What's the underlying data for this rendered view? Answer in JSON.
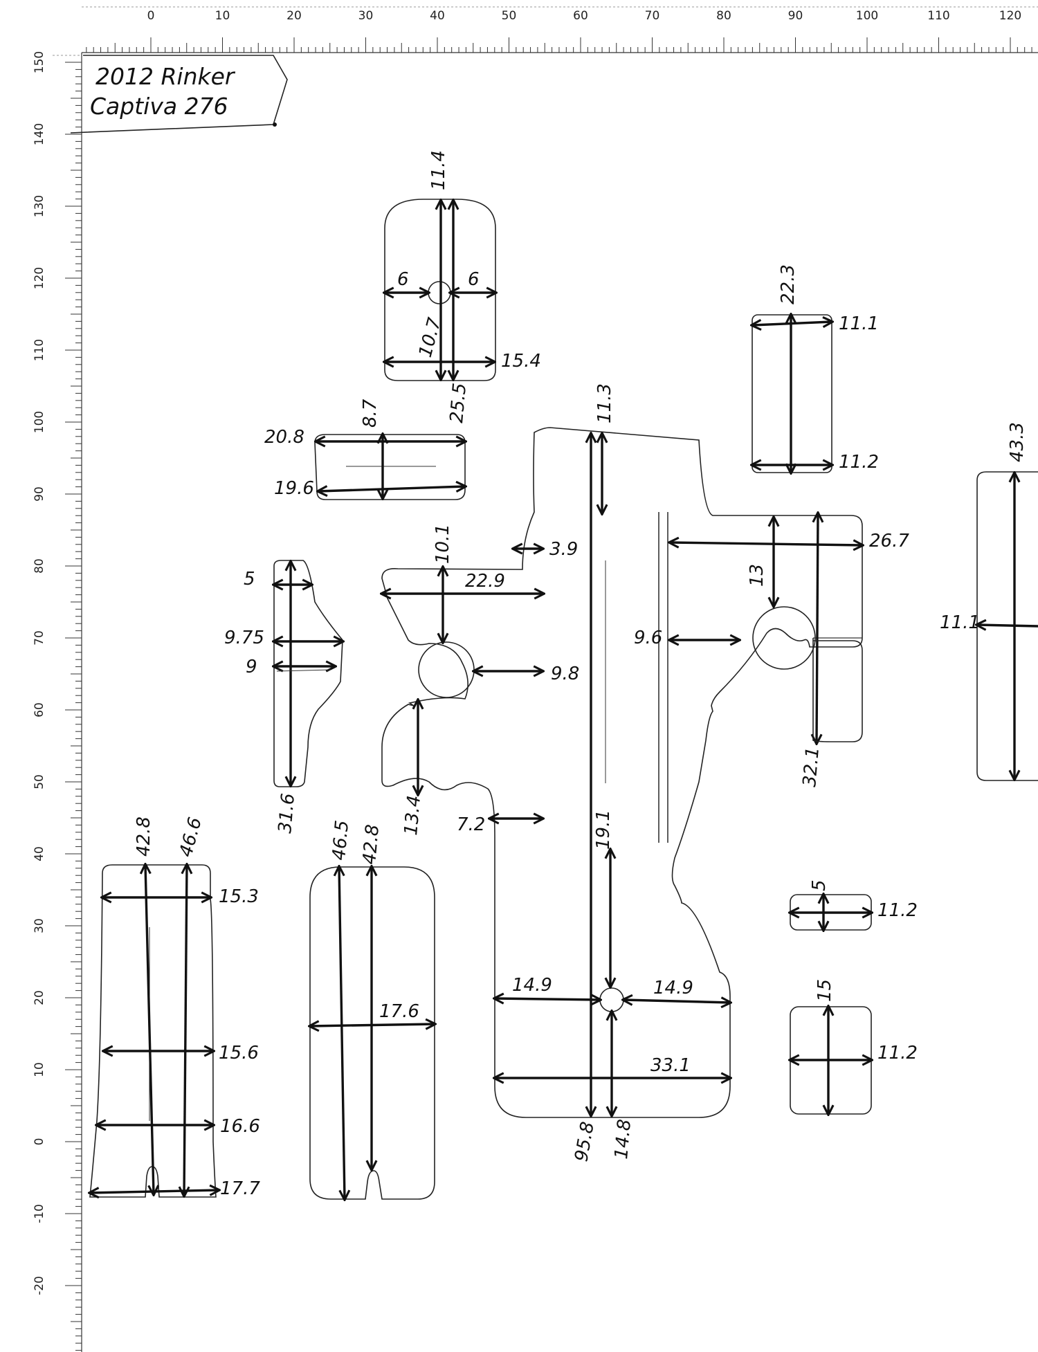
{
  "title": {
    "line1": "2012 Rinker",
    "line2": "Captiva 276"
  },
  "top_ruler_labels": [
    "0",
    "10",
    "20",
    "30",
    "40",
    "50",
    "60",
    "70",
    "80",
    "90",
    "100",
    "110",
    "120"
  ],
  "left_ruler_labels": [
    "150",
    "140",
    "130",
    "120",
    "110",
    "100",
    "90",
    "80",
    "70",
    "60",
    "50",
    "40",
    "30",
    "20",
    "10",
    "0",
    "-10",
    "-20"
  ],
  "measurements": {
    "m_11_4": "11.4",
    "m_6_left": "6",
    "m_6_right": "6",
    "m_10_7": "10.7",
    "m_25_5": "25.5",
    "m_15_4": "15.4",
    "m_20_8": "20.8",
    "m_8_7": "8.7",
    "m_19_6": "19.6",
    "m_11_3": "11.3",
    "m_3_9": "3.9",
    "m_10_1": "10.1",
    "m_22_9": "22.9",
    "m_9_8": "9.8",
    "m_13_4": "13.4",
    "m_7_2": "7.2",
    "m_19_1": "19.1",
    "m_14_9_left": "14.9",
    "m_14_9_right": "14.9",
    "m_33_1": "33.1",
    "m_95_8": "95.8",
    "m_14_8": "14.8",
    "m_22_3": "22.3",
    "m_11_1_top": "11.1",
    "m_11_2_top": "11.2",
    "m_26_7": "26.7",
    "m_13": "13",
    "m_9_6": "9.6",
    "m_32_1": "32.1",
    "m_43_3": "43.3",
    "m_11_1_right": "11.1",
    "m_5_top": "5",
    "m_9_75": "9.75",
    "m_9": "9",
    "m_31_6": "31.6",
    "m_42_8_left": "42.8",
    "m_46_6": "46.6",
    "m_15_3": "15.3",
    "m_15_6": "15.6",
    "m_16_6": "16.6",
    "m_17_7": "17.7",
    "m_46_5": "46.5",
    "m_42_8_mid": "42.8",
    "m_17_6": "17.6",
    "m_5_small": "5",
    "m_11_2_small": "11.2",
    "m_15": "15",
    "m_11_2_bottom": "11.2"
  },
  "colors": {
    "ink": "#111111",
    "paper": "#ffffff",
    "ruler": "#333333"
  }
}
